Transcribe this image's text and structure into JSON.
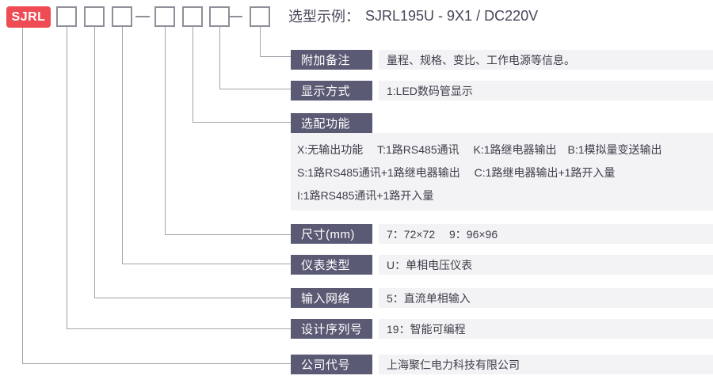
{
  "brand": {
    "prefix": "SJRL"
  },
  "example": {
    "label": "选型示例：",
    "value": "SJRL195U - 9X1 / DC220V"
  },
  "rows": [
    {
      "label": "附加备注",
      "desc": "量程、规格、变比、工作电源等信息。"
    },
    {
      "label": "显示方式",
      "desc": "1:LED数码管显示"
    },
    {
      "label": "选配功能",
      "lines": [
        "X:无输出功能　 T:1路RS485通讯　 K:1路继电器输出　B:1模拟量变送输出",
        "S:1路RS485通讯+1路继电器输出　 C:1路继电器输出+1路开入量",
        "I:1路RS485通讯+1路开入量"
      ]
    },
    {
      "label": "尺寸(mm)",
      "desc": "7：72×72　 9：96×96"
    },
    {
      "label": "仪表类型",
      "desc": "U：单相电压仪表"
    },
    {
      "label": "输入网络",
      "desc": "5：直流单相输入"
    },
    {
      "label": "设计序列号",
      "desc": "19：智能可编程"
    },
    {
      "label": "公司代号",
      "desc": "上海聚仁电力科技有限公司"
    }
  ],
  "colors": {
    "brand_red": "#ef4b54",
    "label_bg": "#5b5a74",
    "band_bg": "#f3f3f5",
    "line_gray": "#a3a3ad",
    "box_border": "#8f8f99",
    "desc_text": "#3e3e4a",
    "title_text": "#47475a"
  }
}
